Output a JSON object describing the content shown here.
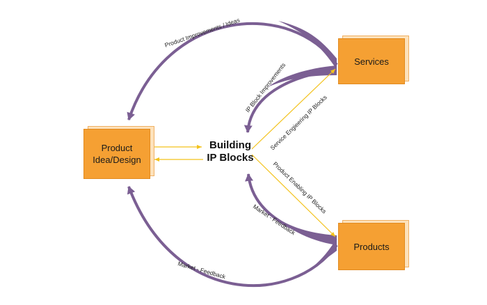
{
  "nodes": {
    "product_idea": {
      "line1": "Product",
      "line2": "Idea/Design"
    },
    "services": {
      "label": "Services"
    },
    "products": {
      "label": "Products"
    },
    "center": {
      "line1": "Building",
      "line2": "IP Blocks"
    }
  },
  "edges": {
    "product_improvements": "Product Improvements / Ideas",
    "ip_block_improvements": "IP Block Improvements",
    "service_engineering": "Service Engieering IP Blocks",
    "product_enabling": "Product Enabling IP Blocks",
    "market_feedback_inner": "Market - Feedback",
    "market_feedback_outer": "Market - Feedback"
  },
  "colors": {
    "box_fill": "#f5a033",
    "purple_arrow": "#7b5f93",
    "yellow_arrow": "#f3c21b"
  }
}
